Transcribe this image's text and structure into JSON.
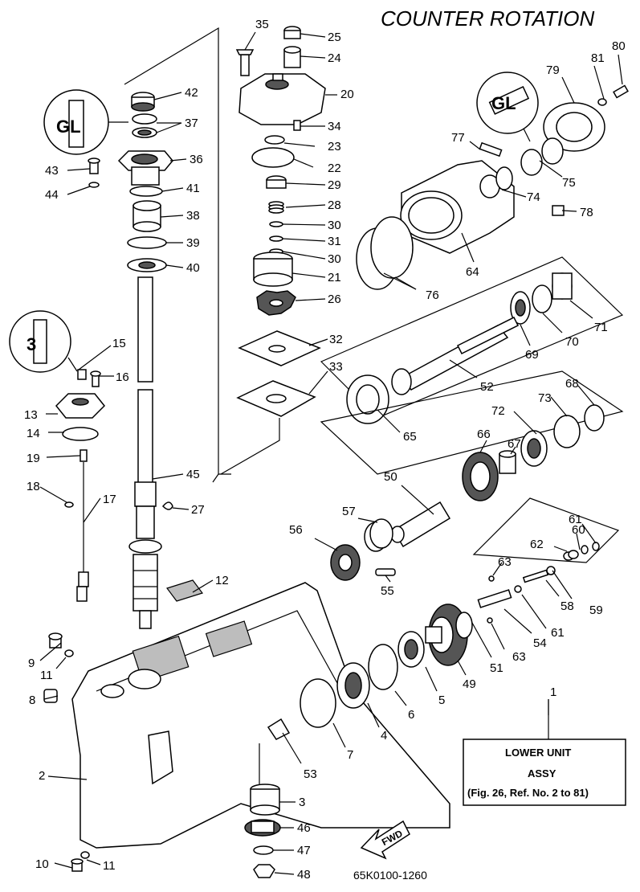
{
  "title": "COUNTER ROTATION",
  "diagram_code": "65K0100-1260",
  "fwd_label": "FWD",
  "assembly_box": {
    "line1": "LOWER UNIT",
    "line2": "ASSY",
    "line3": "(Fig. 26, Ref. No. 2 to 81)"
  },
  "callouts": [
    "1",
    "2",
    "3",
    "4",
    "5",
    "6",
    "7",
    "8",
    "9",
    "10",
    "11",
    "11",
    "12",
    "13",
    "14",
    "15",
    "16",
    "17",
    "18",
    "19",
    "20",
    "21",
    "22",
    "23",
    "24",
    "25",
    "26",
    "27",
    "28",
    "29",
    "30",
    "30",
    "31",
    "32",
    "33",
    "34",
    "35",
    "36",
    "37",
    "38",
    "39",
    "40",
    "41",
    "42",
    "43",
    "44",
    "45",
    "46",
    "47",
    "48",
    "49",
    "50",
    "51",
    "52",
    "53",
    "54",
    "55",
    "56",
    "57",
    "58",
    "59",
    "60",
    "61",
    "61",
    "62",
    "63",
    "63",
    "64",
    "65",
    "66",
    "67",
    "68",
    "69",
    "70",
    "71",
    "72",
    "73",
    "74",
    "75",
    "76",
    "77",
    "78",
    "79",
    "80",
    "81"
  ],
  "icons": [
    "grease-tube-icon",
    "grease-tube-icon",
    "oil-tube-icon",
    "fwd-arrow-icon"
  ]
}
